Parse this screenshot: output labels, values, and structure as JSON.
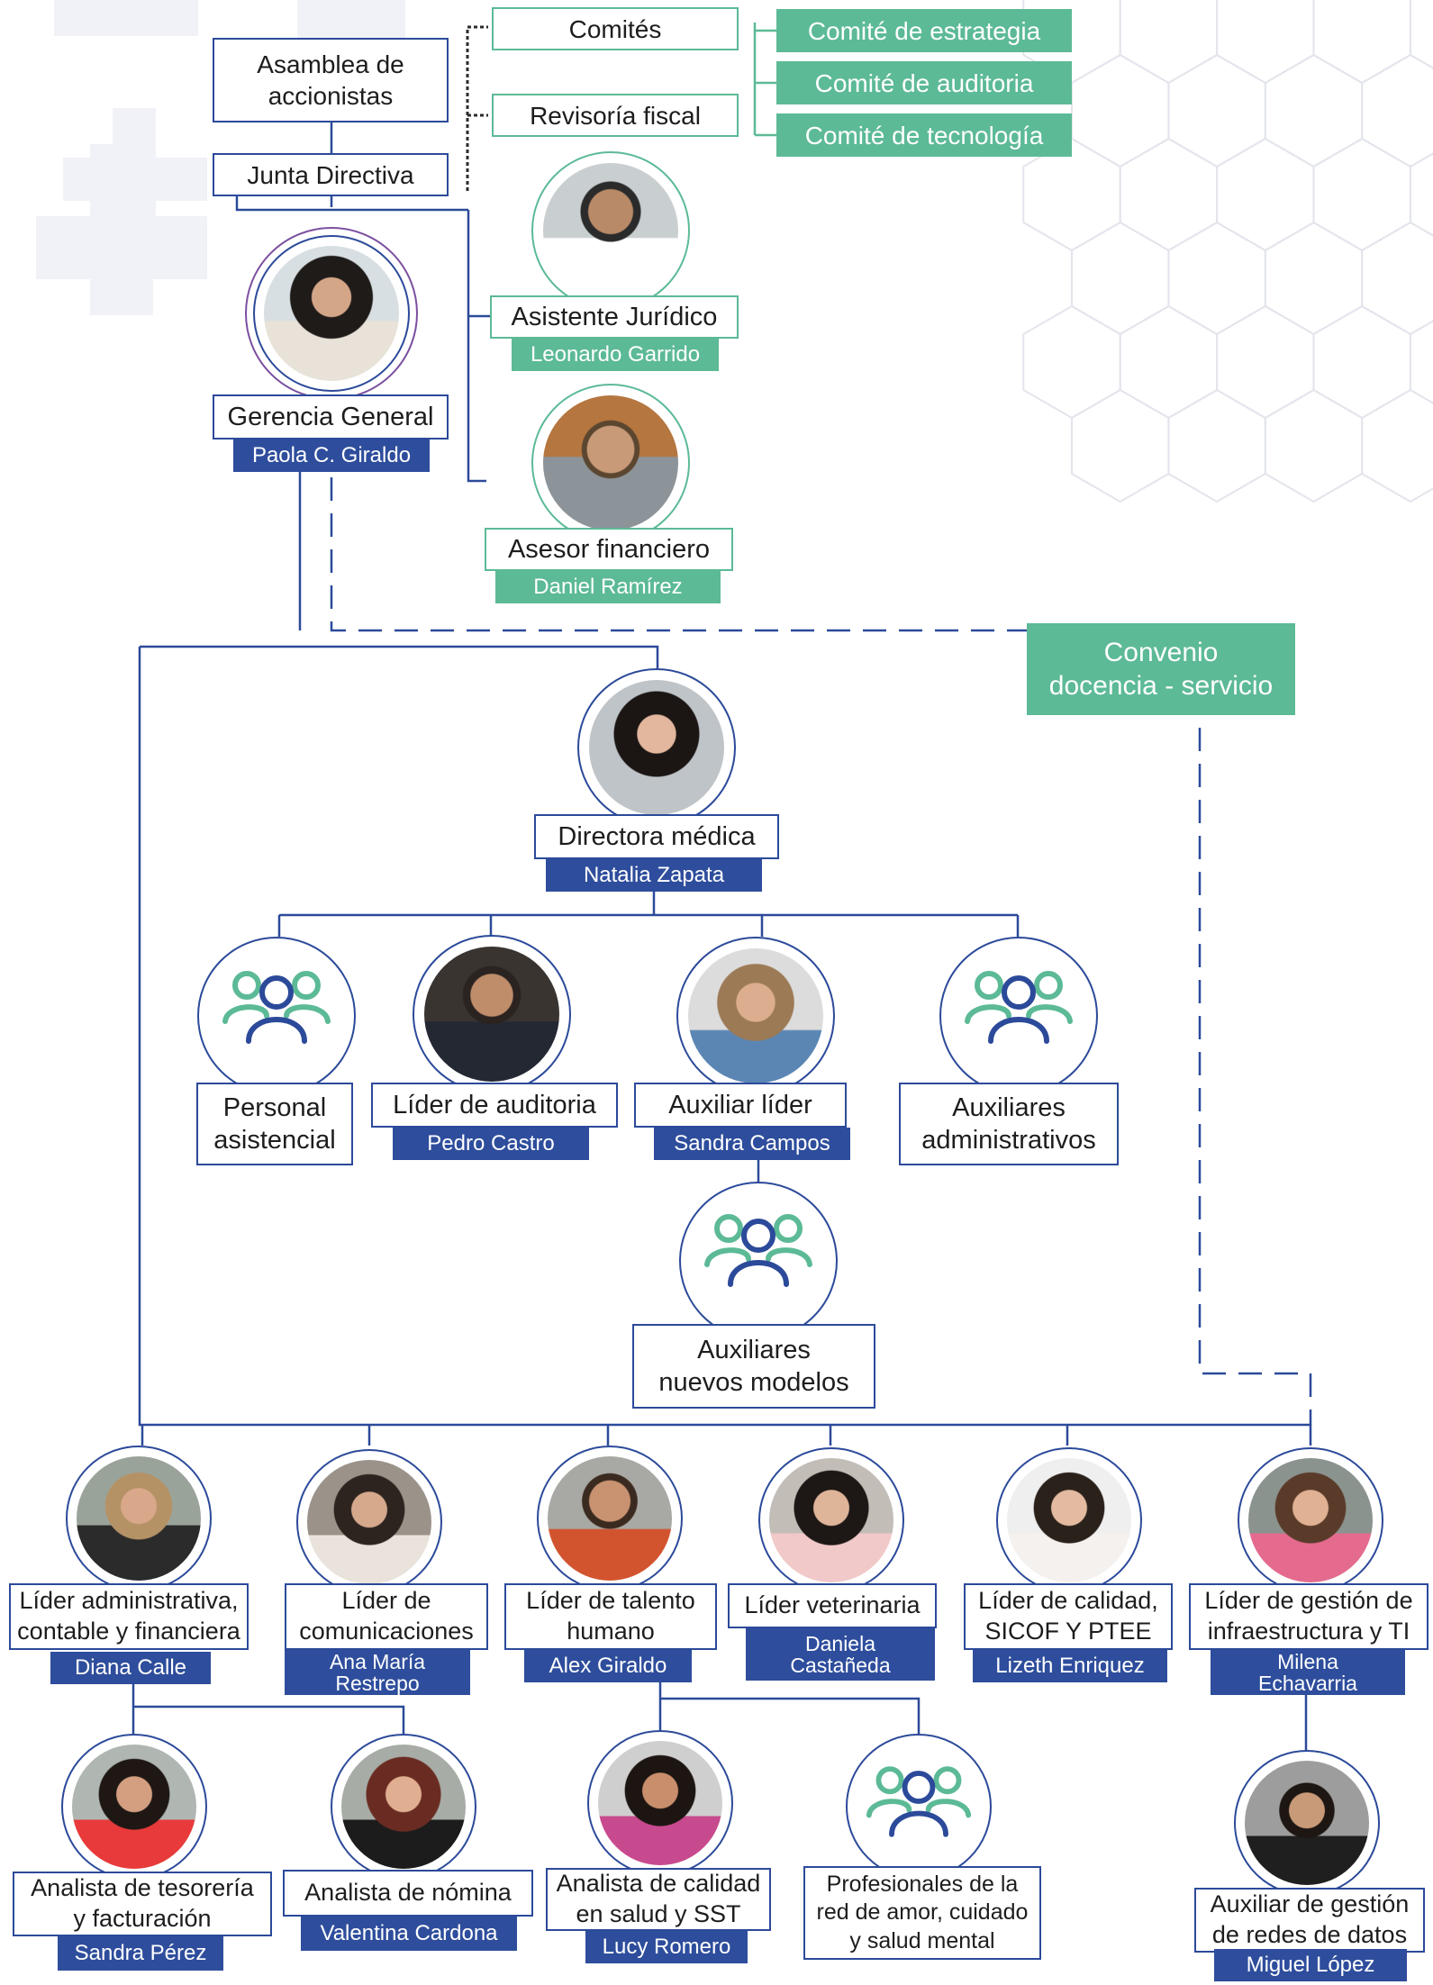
{
  "colors": {
    "navy": "#2c4a9a",
    "green": "#5cba96",
    "purple": "#7b4fa0"
  },
  "top": {
    "asamblea": "Asamblea de\naccionistas",
    "junta": "Junta Directiva",
    "comites": "Comités",
    "revisoria": "Revisoría fiscal",
    "committees": [
      "Comité de estrategia",
      "Comité de auditoria",
      "Comité de tecnología"
    ]
  },
  "advisors": [
    {
      "role": "Asistente Jurídico",
      "name": "Leonardo Garrido"
    },
    {
      "role": "Asesor financiero",
      "name": "Daniel Ramírez"
    }
  ],
  "gerencia": {
    "role": "Gerencia General",
    "name": "Paola C. Giraldo"
  },
  "convenio": "Convenio\ndocencia - servicio",
  "directora": {
    "role": "Directora médica",
    "name": "Natalia Zapata"
  },
  "medical_team": [
    {
      "role": "Personal\nasistencial",
      "icon": "group-icon"
    },
    {
      "role": "Líder de auditoria",
      "name": "Pedro Castro"
    },
    {
      "role": "Auxiliar líder",
      "name": "Sandra Campos"
    },
    {
      "role": "Auxiliares\nadministrativos",
      "icon": "group-icon"
    }
  ],
  "nuevos_modelos": "Auxiliares\nnuevos modelos",
  "leaders": [
    {
      "role": "Líder administrativa,\ncontable y financiera",
      "name": "Diana Calle"
    },
    {
      "role": "Líder de\ncomunicaciones",
      "name": "Ana María\nRestrepo"
    },
    {
      "role": "Líder de talento\nhumano",
      "name": "Alex Giraldo"
    },
    {
      "role": "Líder veterinaria",
      "name": "Daniela\nCastañeda"
    },
    {
      "role": "Líder de calidad,\nSICOF Y PTEE",
      "name": "Lizeth Enriquez"
    },
    {
      "role": "Líder de gestión de\ninfraestructura y TI",
      "name": "Milena\nEchavarria"
    }
  ],
  "bottom": [
    {
      "role": "Analista de tesorería\ny facturación",
      "name": "Sandra Pérez"
    },
    {
      "role": "Analista de nómina",
      "name": "Valentina Cardona"
    },
    {
      "role": "Analista de calidad\nen salud y SST",
      "name": "Lucy Romero"
    },
    {
      "role": "Profesionales de la\nred de amor, cuidado\ny salud mental",
      "icon": "group-icon"
    },
    {
      "role": "Auxiliar de gestión\nde redes de datos",
      "name": "Miguel López"
    }
  ]
}
